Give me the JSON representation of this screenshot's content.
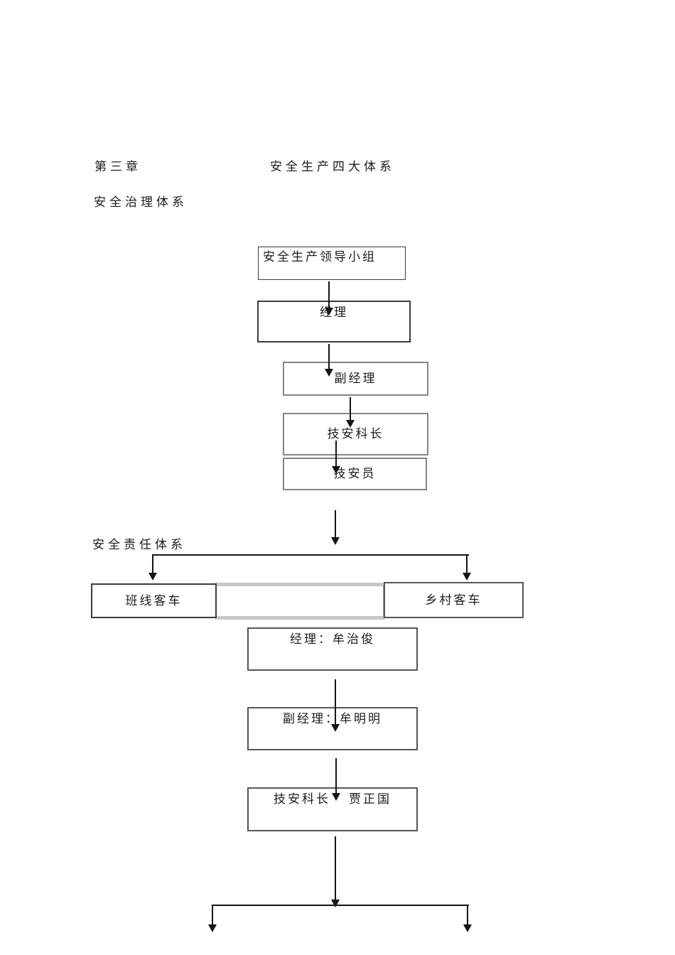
{
  "page": {
    "chapter_label": "第三章",
    "chapter_title": "安全生产四大体系",
    "governance_section_title": "安全治理体系",
    "responsibility_section_title": "安全责任体系"
  },
  "governance_chart": {
    "leader_group": "安全生产领导小组",
    "manager": "经理",
    "deputy_manager": "副经理",
    "safety_chief": "技安科长",
    "safety_officer": "技安员"
  },
  "responsibility_chart": {
    "left_branch": "班线客车",
    "right_branch": "乡村客车",
    "manager": "经理：牟治俊",
    "deputy_manager": "副经理：牟明明",
    "safety_chief_title": "技安科长",
    "safety_chief_name": "贾正国"
  },
  "colors": {
    "text": "#1c1c1c",
    "line": "#141414",
    "border_dark": "#3c3c3c",
    "border_gray": "#858585",
    "border_light": "#c8c8c8"
  }
}
